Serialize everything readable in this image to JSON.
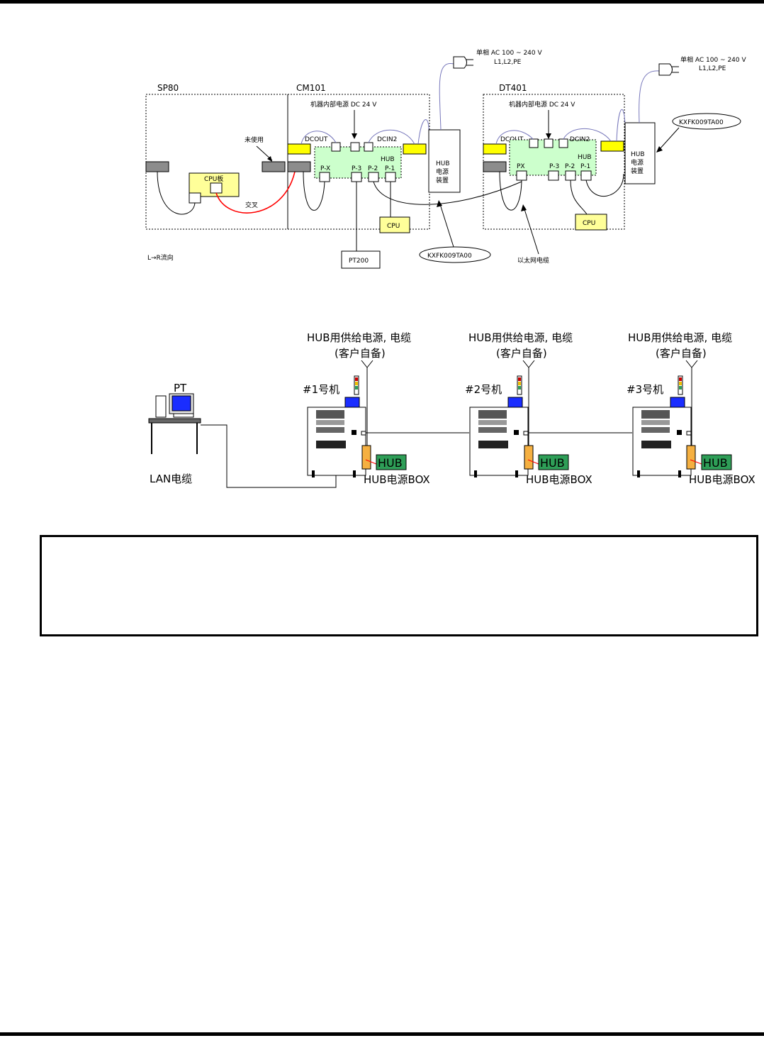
{
  "top": {
    "machines": {
      "sp80": "SP80",
      "cm101": "CM101",
      "dt401": "DT401"
    },
    "internal_power": "机器内部电源 DC 24 V",
    "unused": "未使用",
    "cpu_board": "CPU板",
    "cross": "交叉",
    "flow": "L→R流向",
    "pt200": "PT200",
    "ethernet_cable": "以太网电缆",
    "part_no": "KXFK009TA00",
    "dcout": "DCOUT",
    "dcin2": "DCIN2",
    "hub": "HUB",
    "cpu": "CPU",
    "ports_cm": [
      "P-X",
      "P-3",
      "P-2",
      "P-1"
    ],
    "ports_dt": [
      "PX",
      "P-3",
      "P-2",
      "P-1"
    ],
    "psu": [
      "HUB",
      "电源",
      "装置"
    ],
    "ac_line1": "单相  AC 100 ~ 240 V",
    "ac_line2": "L1,L2,PE"
  },
  "bottom": {
    "supply_line1": "HUB用供给电源, 电缆",
    "supply_line2": "(客户自备)",
    "pt": "PT",
    "lan": "LAN电缆",
    "machines": [
      "#1号机",
      "#2号机",
      "#3号机"
    ],
    "hub": "HUB",
    "hub_box": "HUB电源BOX"
  },
  "colors": {
    "yellow": "#ffff00",
    "hub_board": "#ccffcc",
    "cpu_box": "#ffff99",
    "gray_connector": "#8c8c8c",
    "cable_blue": "#7777bb",
    "cross_red": "#ff0000",
    "hub_green": "#2e9e57",
    "hub_box_orange": "#f5b041",
    "screen_blue": "#1a2dff"
  }
}
